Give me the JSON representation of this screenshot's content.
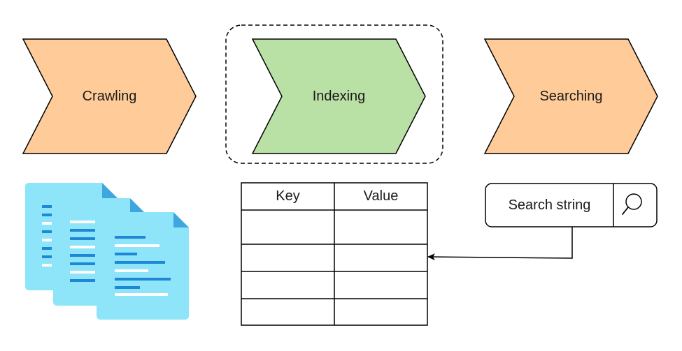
{
  "steps": [
    {
      "label": "Crawling",
      "color": "#FFCC99"
    },
    {
      "label": "Indexing",
      "color": "#B9E0A5"
    },
    {
      "label": "Searching",
      "color": "#FFCC99"
    }
  ],
  "table": {
    "headers": [
      "Key",
      "Value"
    ],
    "rows": [
      [
        "",
        ""
      ],
      [
        "",
        ""
      ],
      [
        "",
        ""
      ],
      [
        "",
        ""
      ]
    ]
  },
  "search": {
    "text": "Search string",
    "icon": "magnifier-icon"
  },
  "documents": {
    "icon": "document-stack-icon",
    "colors": {
      "page": "#8EE4F8",
      "fold": "#3FA6E0",
      "line_dark": "#1E88D6",
      "line_light": "#FFFFFF"
    }
  },
  "colors": {
    "stroke": "#000000",
    "selection": "#000000"
  }
}
